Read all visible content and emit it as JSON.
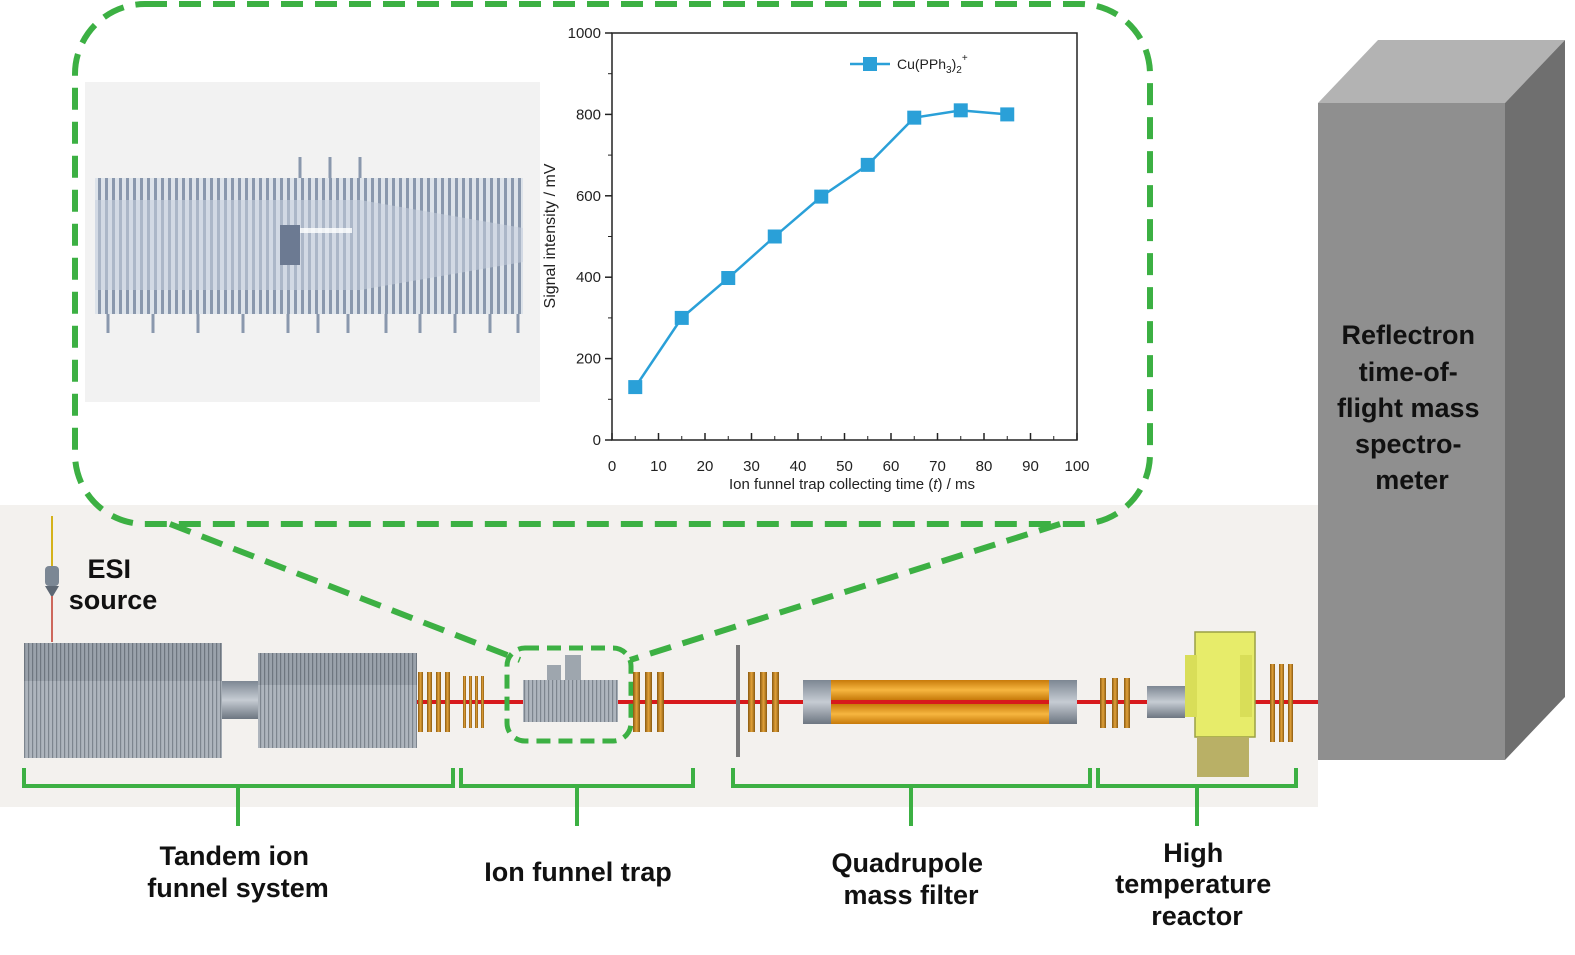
{
  "colors": {
    "green_dash": "#3cb043",
    "beam_red": "#d7191c",
    "funnel_gray": "#a9b0b8",
    "electrode_gold": "#c88a22",
    "quad_orange": "#e89a1c",
    "reactor_yellow": "#e7ec6a",
    "tof_gray": "#8f8f8f",
    "series_blue": "#2aa0d8"
  },
  "labels": {
    "esi": {
      "line1": "ESI",
      "line2": "source"
    },
    "tandem": {
      "line1": "Tandem ion",
      "line2": "funnel system"
    },
    "trap": "Ion funnel trap",
    "quad": {
      "line1": "Quadrupole",
      "line2": "mass filter"
    },
    "reactor": {
      "line1": "High",
      "line2": "temperature",
      "line3": "reactor"
    },
    "tof": {
      "line1": "Reflectron",
      "line2": "time-of-",
      "line3": "flight mass",
      "line4": "spectro-",
      "line5": "meter"
    }
  },
  "chart_data": {
    "type": "line",
    "xlabel_main": "Ion funnel trap collecting time (",
    "xlabel_var": "t",
    "xlabel_end": ") / ms",
    "ylabel": "Signal intensity / mV",
    "xlim": [
      0,
      100
    ],
    "ylim": [
      0,
      1000
    ],
    "xticks": [
      "0",
      "10",
      "20",
      "30",
      "40",
      "50",
      "60",
      "70",
      "80",
      "90",
      "100"
    ],
    "yticks": [
      "0",
      "200",
      "400",
      "600",
      "800",
      "1000"
    ],
    "legend_position": "top-right",
    "series": [
      {
        "name": "Cu(PPh3)2+",
        "legend_base": "Cu(PPh",
        "legend_sub1": "3",
        "legend_mid": ")",
        "legend_sub2": "2",
        "legend_sup": "+",
        "x": [
          5,
          15,
          25,
          35,
          45,
          55,
          65,
          75,
          85
        ],
        "y": [
          130,
          300,
          398,
          500,
          598,
          676,
          792,
          810,
          800
        ]
      }
    ]
  }
}
